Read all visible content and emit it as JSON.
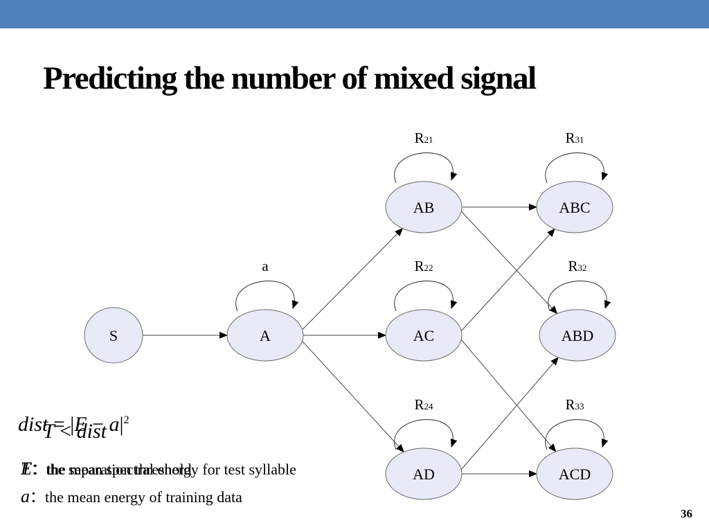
{
  "slide": {
    "title": "Predicting the number of mixed signal",
    "page_number": "36",
    "header_color": "#4f81bd"
  },
  "diagram": {
    "node_fill": "#e8ebf7",
    "nodes": [
      {
        "id": "S",
        "label": "S"
      },
      {
        "id": "A",
        "label": "A"
      },
      {
        "id": "AB",
        "label": "AB"
      },
      {
        "id": "AC",
        "label": "AC"
      },
      {
        "id": "AD",
        "label": "AD"
      },
      {
        "id": "ABC",
        "label": "ABC"
      },
      {
        "id": "ABD",
        "label": "ABD"
      },
      {
        "id": "ACD",
        "label": "ACD"
      }
    ],
    "self_loops": [
      {
        "node": "A",
        "label": "a",
        "subscript": ""
      },
      {
        "node": "AB",
        "label": "R",
        "subscript": "21"
      },
      {
        "node": "AC",
        "label": "R",
        "subscript": "22"
      },
      {
        "node": "AD",
        "label": "R",
        "subscript": "24"
      },
      {
        "node": "ABC",
        "label": "R",
        "subscript": "31"
      },
      {
        "node": "ABD",
        "label": "R",
        "subscript": "32"
      },
      {
        "node": "ACD",
        "label": "R",
        "subscript": "33"
      }
    ],
    "edges": [
      {
        "from": "S",
        "to": "A"
      },
      {
        "from": "A",
        "to": "AB"
      },
      {
        "from": "A",
        "to": "AC"
      },
      {
        "from": "A",
        "to": "AD"
      },
      {
        "from": "AB",
        "to": "ABC"
      },
      {
        "from": "AB",
        "to": "ABD"
      },
      {
        "from": "AC",
        "to": "ABC"
      },
      {
        "from": "AC",
        "to": "ACD"
      },
      {
        "from": "AD",
        "to": "ABD"
      },
      {
        "from": "AD",
        "to": "ACD"
      }
    ]
  },
  "formulas": {
    "dist": {
      "lhs": "dist",
      "eq": " = ",
      "open": "|",
      "var_e": "E",
      "minus": " − ",
      "var_a": "a",
      "close": "|",
      "exp": "2"
    },
    "threshold": {
      "var_t": "T",
      "lt": " < ",
      "rhs": "dist"
    }
  },
  "legend": [
    {
      "symbol": "T",
      "separator": "：",
      "text": "the separation threshold"
    },
    {
      "symbol": "E",
      "separator": "：",
      "text": "the mean spectral energy for test syllable"
    },
    {
      "symbol": "a",
      "separator": "：",
      "text": "the mean energy of training data"
    }
  ]
}
